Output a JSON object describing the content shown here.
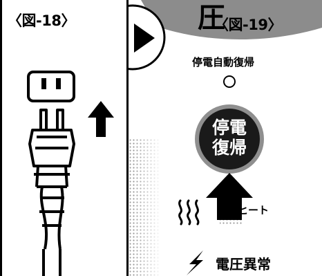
{
  "figures": {
    "left": {
      "label": "〈図-18〉"
    },
    "right": {
      "label": "〈図-19〉",
      "heading_char": "圧"
    }
  },
  "panel": {
    "auto_restore_label": "停電自動復帰",
    "restore_button": {
      "line1": "停電",
      "line2": "復帰"
    },
    "heater_label": "バーヒート",
    "voltage_label": "電圧異常"
  },
  "icons": {
    "outlet": "outlet-icon",
    "plug": "plug-icon",
    "arrow": "up-arrow-icon",
    "play": "play-triangle-icon",
    "indicator": "indicator-circle-icon",
    "heat": "heat-waves-icon",
    "lightning": "lightning-icon"
  }
}
